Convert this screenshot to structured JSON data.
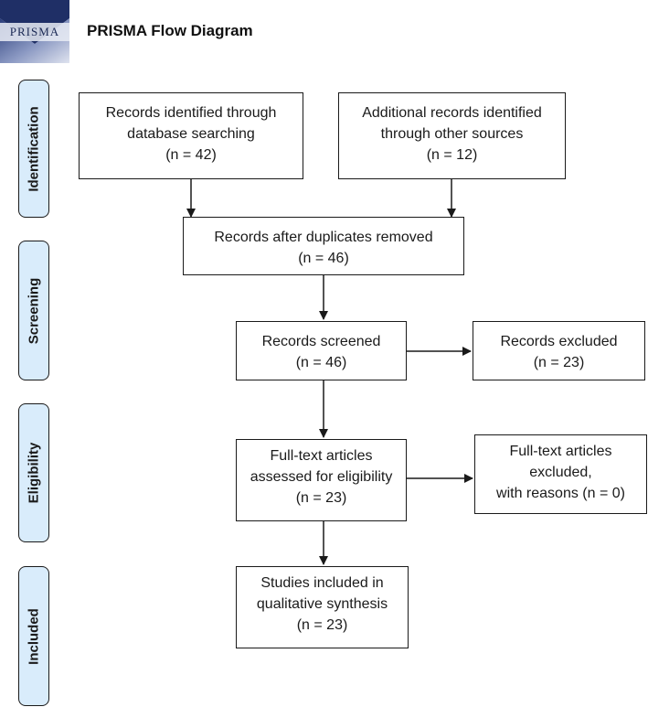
{
  "header": {
    "logo_text": "PRISMA",
    "title": "PRISMA Flow Diagram"
  },
  "phases": {
    "identification": "Identification",
    "screening": "Screening",
    "eligibility": "Eligibility",
    "included": "Included"
  },
  "boxes": {
    "database_records": "Records identified through\ndatabase searching\n(n = 42)",
    "other_records": "Additional records identified\nthrough other sources\n(n = 12)",
    "after_duplicates": "Records after duplicates removed\n(n = 46)",
    "screened": "Records screened\n(n = 46)",
    "excluded": "Records excluded\n(n = 23)",
    "fulltext_assessed": "Full-text articles\nassessed for eligibility\n(n = 23)",
    "fulltext_excluded": "Full-text articles\nexcluded,\nwith reasons (n = 0)",
    "included_studies": "Studies included in\nqualitative synthesis\n(n = 23)"
  },
  "colors": {
    "phase_fill": "#d9ecfb",
    "logo_dark": "#1c2a55",
    "border": "#1a1a1a"
  }
}
